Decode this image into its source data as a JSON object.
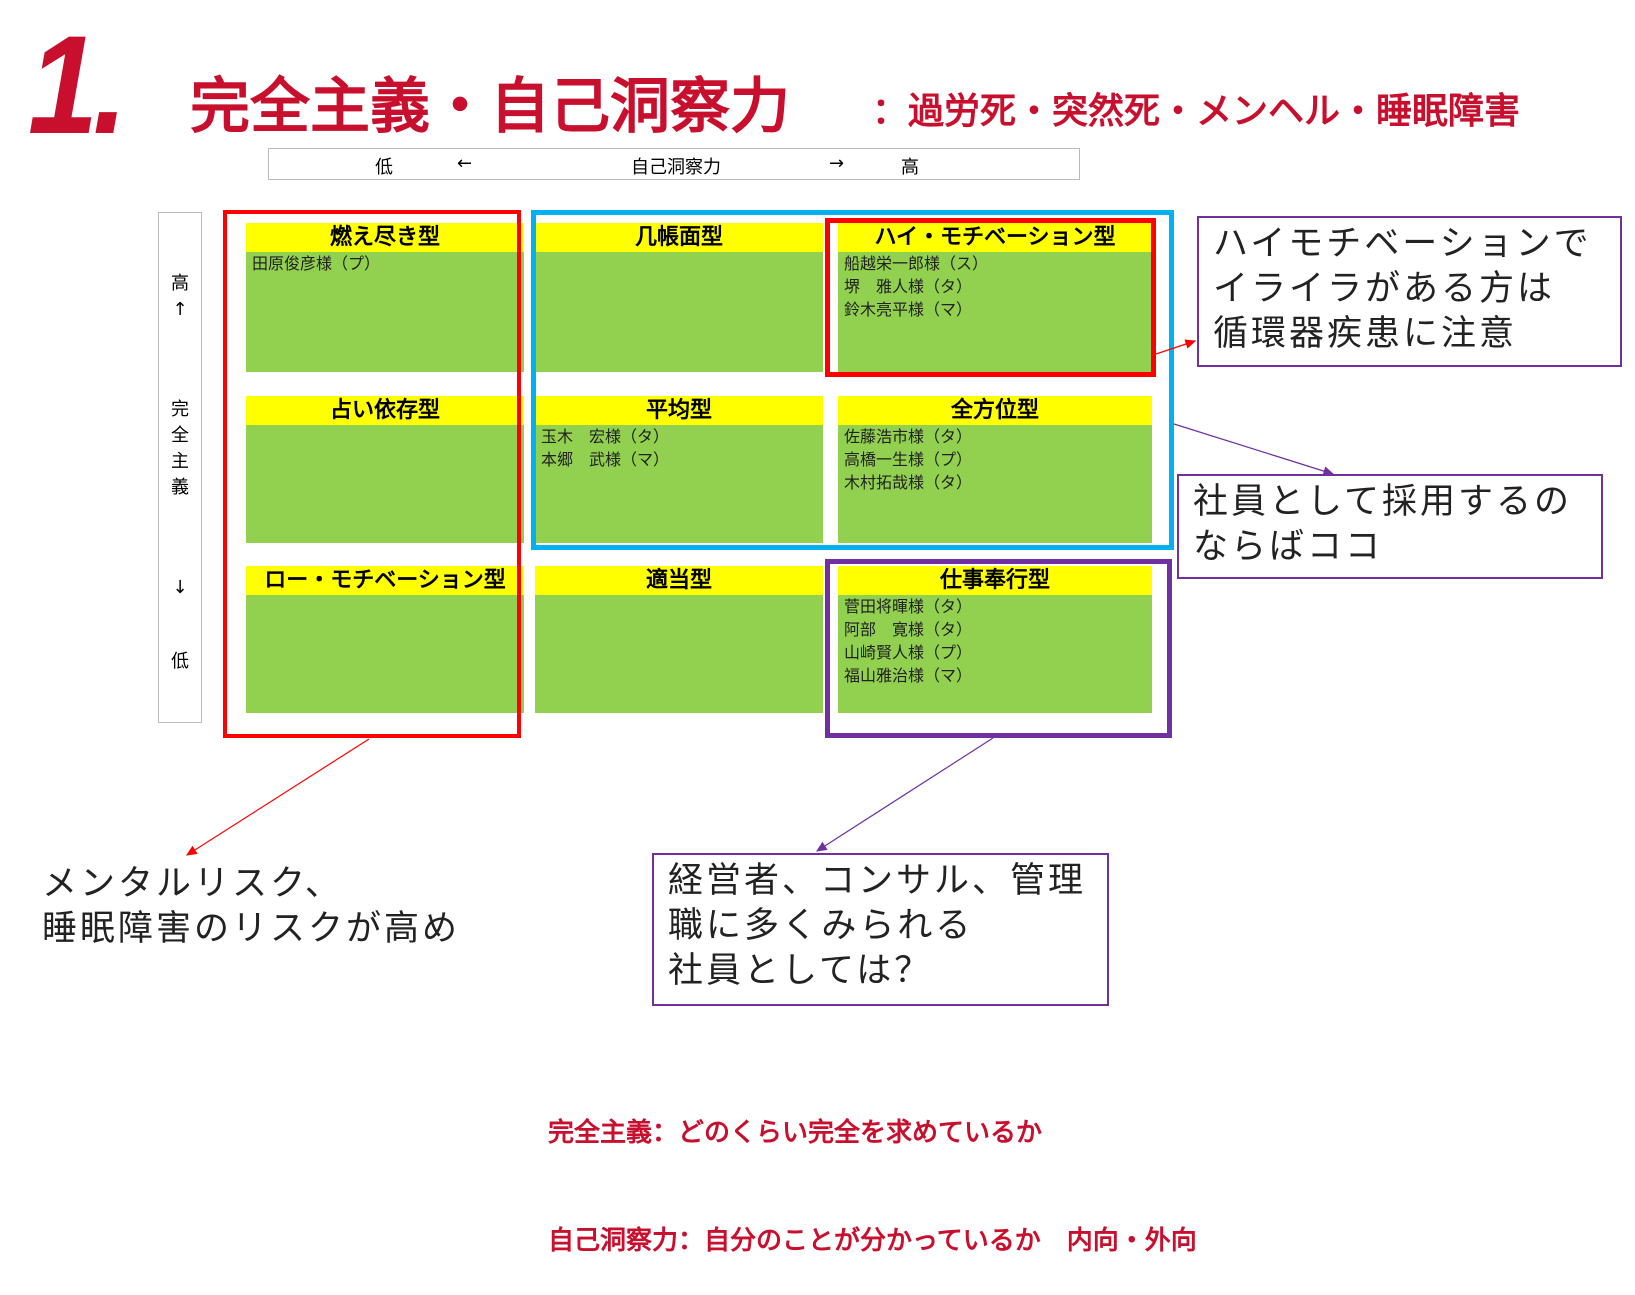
{
  "header": {
    "number": "1.",
    "title": "完全主義・自己洞察力",
    "subtitle": "：過労死・突然死・メンヘル・睡眠障害"
  },
  "h_axis": {
    "low": "低",
    "left_arrow": "←",
    "label": "自己洞察力",
    "right_arrow": "→",
    "high": "高"
  },
  "v_axis": {
    "high": "高",
    "up_arrow": "↑",
    "label": [
      "完",
      "全",
      "主",
      "義"
    ],
    "down_arrow": "↓",
    "low": "低"
  },
  "grid": [
    {
      "title": "燃え尽き型",
      "names": [
        "田原俊彦様（プ）"
      ]
    },
    {
      "title": "几帳面型",
      "names": []
    },
    {
      "title": "ハイ・モチベーション型",
      "names": [
        "船越栄一郎様（ス）",
        "堺　雅人様（タ）",
        "鈴木亮平様（マ）"
      ]
    },
    {
      "title": "占い依存型",
      "names": []
    },
    {
      "title": "平均型",
      "names": [
        "玉木　宏様（タ）",
        "本郷　武様（マ）"
      ]
    },
    {
      "title": "全方位型",
      "names": [
        "佐藤浩市様（タ）",
        "高橋一生様（プ）",
        "木村拓哉様（タ）"
      ]
    },
    {
      "title": "ロー・モチベーション型",
      "names": []
    },
    {
      "title": "適当型",
      "names": []
    },
    {
      "title": "仕事奉行型",
      "names": [
        "菅田将暉様（タ）",
        "阿部　寛様（タ）",
        "山崎賢人様（プ）",
        "福山雅治様（マ）"
      ]
    }
  ],
  "callouts": {
    "high_motivation": [
      "ハイモチベーションで",
      "イライラがある方は",
      "循環器疾患に注意"
    ],
    "hire": [
      "社員として採用するの",
      "ならばココ"
    ],
    "work": [
      "経営者、コンサル、管理",
      "職に多くみられる",
      "社員としては？"
    ],
    "mental": [
      "メンタルリスク、",
      "睡眠障害のリスクが高め"
    ]
  },
  "footer": [
    "完全主義：どのくらい完全を求めているか",
    "自己洞察力：自分のことが分かっているか　内向・外向"
  ],
  "colors": {
    "red": "#c8102e",
    "box_red": "#ff0000",
    "blue": "#00b0f0",
    "purple": "#7030a0",
    "yellow": "#ffff00",
    "green": "#92d050"
  }
}
